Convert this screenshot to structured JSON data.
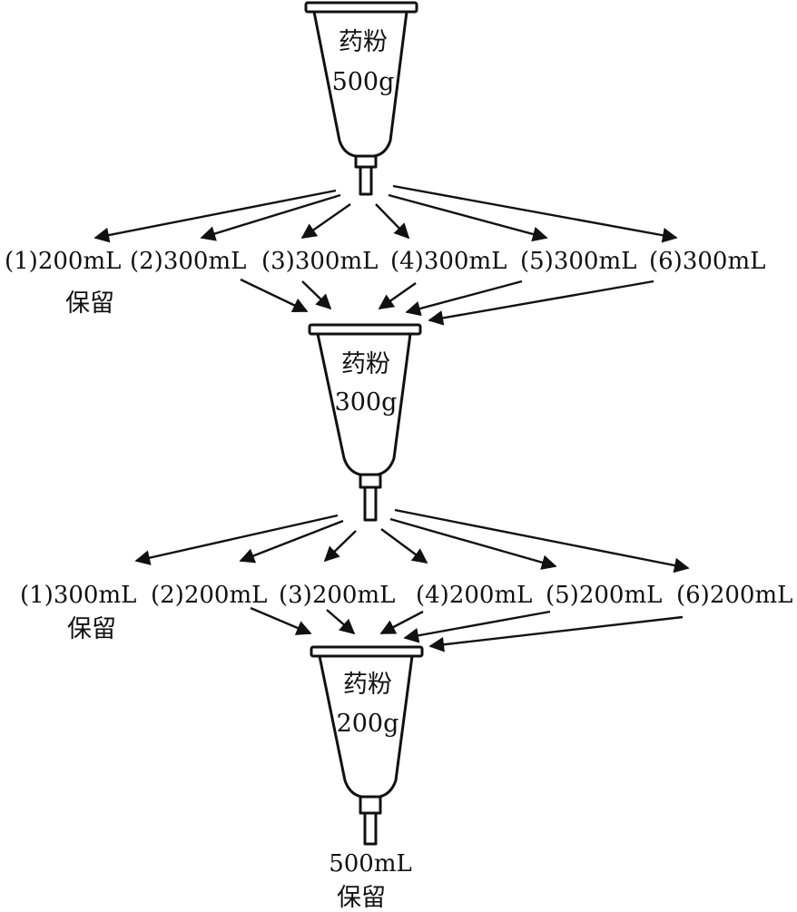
{
  "funnels": [
    {
      "drug_label": "药粉",
      "mass_label": "500g"
    },
    {
      "drug_label": "药粉",
      "mass_label": "300g"
    },
    {
      "drug_label": "药粉",
      "mass_label": "200g"
    }
  ],
  "stage1": {
    "fractions": [
      "(1)200mL",
      "(2)300mL",
      "(3)300mL",
      "(4)300mL",
      "(5)300mL",
      "(6)300mL"
    ],
    "retained_label": "保留"
  },
  "stage2": {
    "fractions": [
      "(1)300mL",
      "(2)200mL",
      "(3)200mL",
      "(4)200mL",
      "(5)200mL",
      "(6)200mL"
    ],
    "retained_label": "保留"
  },
  "final": {
    "volume_label": "500mL",
    "retained_label": "保留"
  }
}
